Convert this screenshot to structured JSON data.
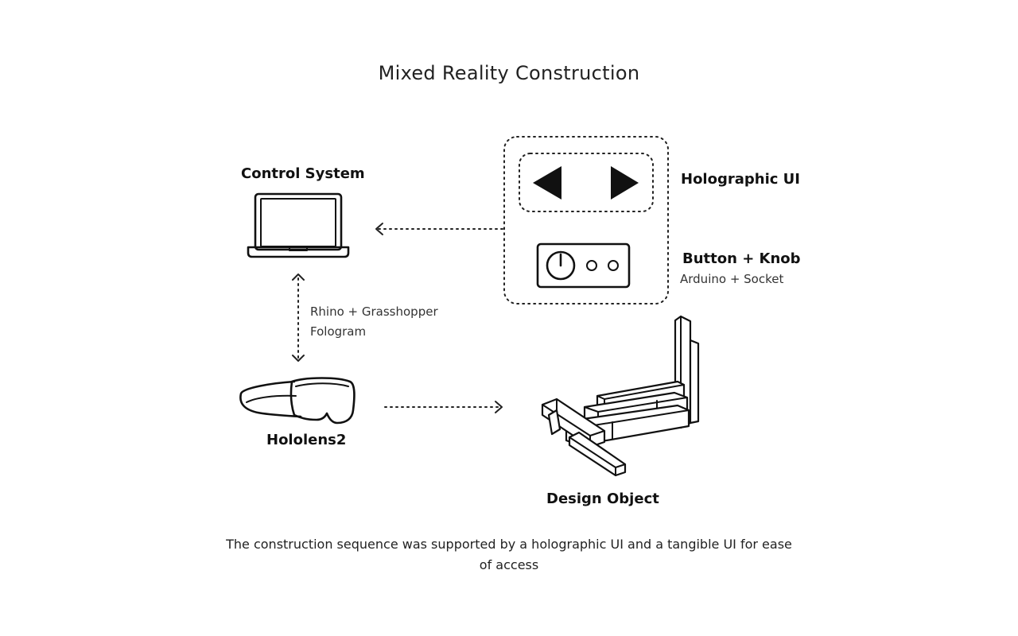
{
  "title": "Mixed Reality Construction",
  "nodes": {
    "control_system": {
      "label": "Control System",
      "icon": "laptop-icon"
    },
    "holographic_ui": {
      "label": "Holographic UI",
      "icon": "arrow-controls-icon"
    },
    "button_knob": {
      "label": "Button + Knob",
      "sublabel": "Arduino + Socket",
      "icon": "control-panel-icon"
    },
    "hololens": {
      "label": "Hololens2",
      "icon": "headset-icon"
    },
    "design_object": {
      "label": "Design Object",
      "icon": "timber-structure-icon"
    }
  },
  "edges": {
    "laptop_hololens": {
      "line1": "Rhino + Grasshopper",
      "line2": "Fologram"
    }
  },
  "caption": "The construction sequence was supported by a holographic UI and a tangible UI for ease of access",
  "colors": {
    "ink": "#111111",
    "background": "#ffffff"
  }
}
